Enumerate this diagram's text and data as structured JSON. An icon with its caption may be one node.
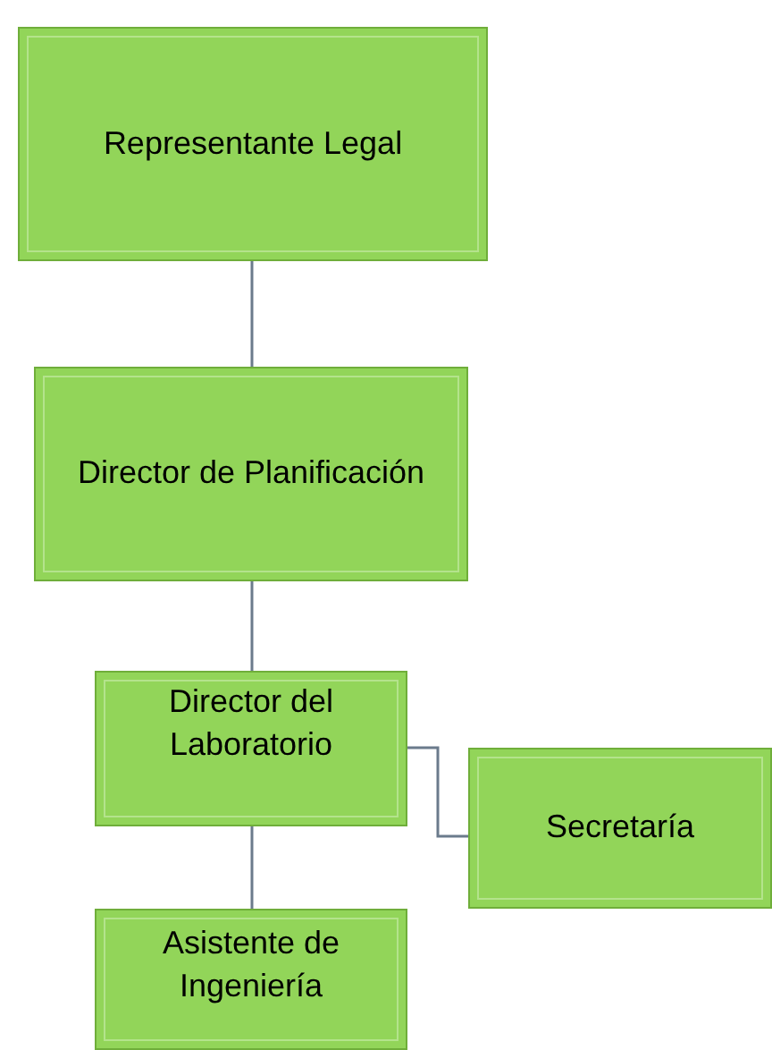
{
  "diagram": {
    "nodes": [
      {
        "text": [
          "Representante Legal"
        ]
      },
      {
        "text": [
          "Director de Planificación"
        ]
      },
      {
        "text": [
          "Director del Laboratorio"
        ]
      },
      {
        "text": [
          "Secretaría"
        ]
      },
      {
        "text": [
          "Asistente de Ingeniería"
        ]
      }
    ],
    "edges": [
      {
        "from": 0,
        "to": 1,
        "arrow": "none"
      },
      {
        "from": 1,
        "to": 2,
        "arrow": "none"
      },
      {
        "from": 2,
        "to": 3,
        "arrow": "none"
      },
      {
        "from": 2,
        "to": 4,
        "arrow": "none"
      }
    ]
  }
}
